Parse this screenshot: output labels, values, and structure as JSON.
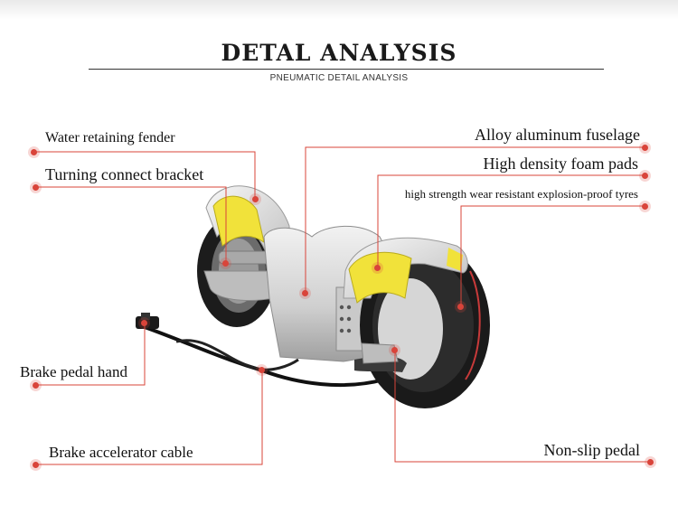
{
  "header": {
    "title": "DETAL ANALYSIS",
    "subtitle": "PNEUMATIC DETAIL ANALYSIS"
  },
  "callouts": {
    "water_fender": "Water retaining fender",
    "turning_bracket": "Turning connect bracket",
    "brake_hand": "Brake pedal hand",
    "brake_cable": "Brake accelerator cable",
    "alloy_fuselage": "Alloy aluminum fuselage",
    "foam_pads": "High density foam pads",
    "tyres": "high strength wear resistant explosion-proof tyres",
    "non_slip": "Non-slip pedal"
  },
  "colors": {
    "accent_red": "#d9443a",
    "fender_yellow": "#f1e23a",
    "body_silver": "#d9d9d9"
  }
}
